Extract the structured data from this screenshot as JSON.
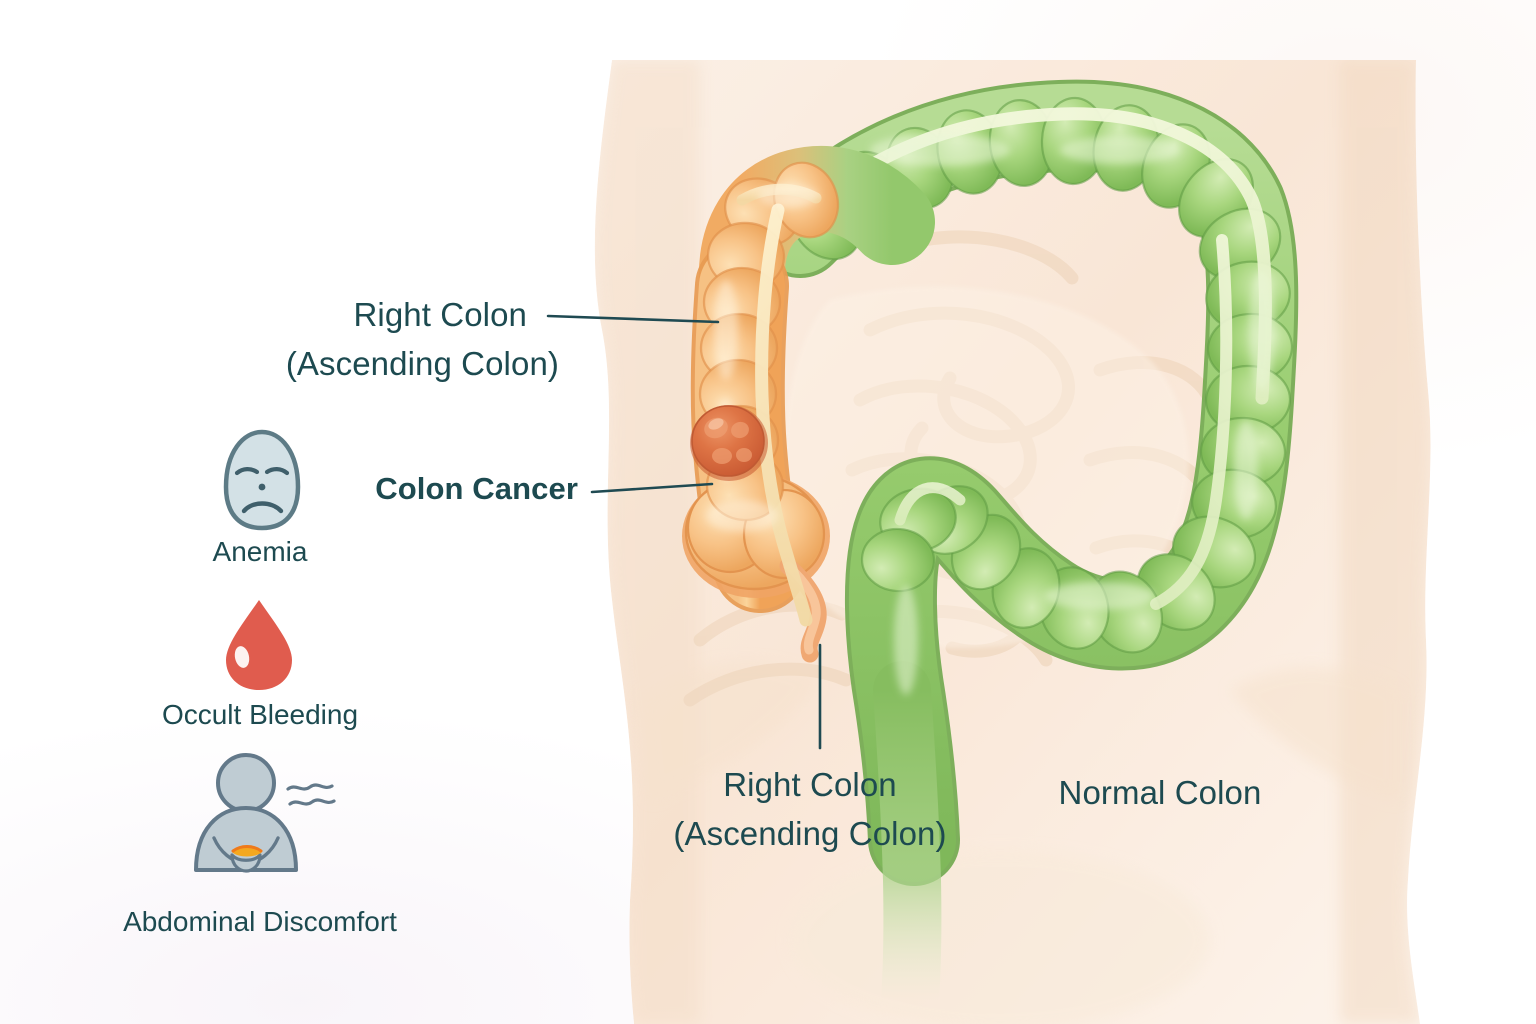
{
  "diagram": {
    "title_present": false,
    "background_color": "#ffffff",
    "accent_text_color": "#1d4a50",
    "leader_line_color": "#1f4a52"
  },
  "callouts": {
    "right_colon": {
      "line1": "Right Colon",
      "line2": "(Ascending Colon)"
    },
    "colon_cancer": {
      "label": "Colon Cancer"
    },
    "bottom_right_colon": {
      "line1": "Right Colon",
      "line2": "(Ascending Colon)"
    },
    "normal_colon": {
      "label": "Normal Colon"
    }
  },
  "symptoms": [
    {
      "label": "Anemia",
      "icon": "sad-face-icon",
      "color": "#ccd9dd"
    },
    {
      "label": "Occult Bleeding",
      "icon": "blood-drop-icon",
      "color": "#e05c4e"
    },
    {
      "label": "Abdominal Discomfort",
      "icon": "person-abdominal-pain-icon",
      "color": "#b9c5cc"
    }
  ],
  "anatomy": {
    "diseased_segment": {
      "name": "ascending-colon",
      "color": "#f3ab62"
    },
    "tumor": {
      "name": "colon-cancer-tumor",
      "color": "#d9663c"
    },
    "normal_segment": {
      "name": "transverse-descending-sigmoid-colon",
      "color": "#8cc46a"
    },
    "body_silhouette": {
      "name": "abdomen-silhouette",
      "color": "#f7e3d2"
    },
    "appendix": {
      "name": "appendix",
      "color": "#f0a873"
    },
    "small_intestine": {
      "name": "small-intestine",
      "color": "#f6e6d6"
    }
  }
}
